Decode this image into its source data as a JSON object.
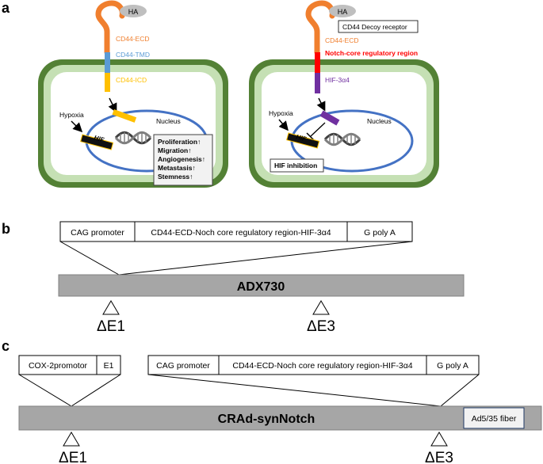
{
  "panel_a": {
    "label": "a",
    "left_cell": {
      "ha": "HA",
      "ecd": "CD44-ECD",
      "tmd": "CD44-TMD",
      "icd": "CD44-ICD",
      "hypoxia": "Hypoxia",
      "hif": "HIF",
      "nucleus": "Nucleus",
      "effects": [
        "Proliferation↑",
        "Migration↑",
        "Angiogenesis↑",
        "Metastasis↑",
        "Stemness↑"
      ]
    },
    "right_cell": {
      "ha": "HA",
      "decoy": "CD44 Decoy receptor",
      "ecd": "CD44-ECD",
      "notch": "Notch-core regulatory region",
      "hif3": "HIF-3α4",
      "hypoxia": "Hypoxia",
      "hif": "HIF",
      "nucleus": "Nucleus",
      "inhibition": "HIF inhibition"
    },
    "colors": {
      "ecd": "#f07f2e",
      "tmd": "#5b9bd5",
      "icd": "#ffc000",
      "notch": "#ff0000",
      "hif3": "#7030a0",
      "membrane_outer": "#538135",
      "membrane_fill": "#c5e0b4",
      "nucleus": "#4472c4",
      "ha": "#bfbfbf"
    }
  },
  "panel_b": {
    "label": "b",
    "cassette": [
      "CAG promoter",
      "CD44-ECD-Noch core regulatory region-HIF-3α4",
      "G poly A"
    ],
    "vector": "ADX730",
    "deletions": [
      "ΔE1",
      "ΔE3"
    ]
  },
  "panel_c": {
    "label": "c",
    "cassette_left": [
      "COX-2promotor",
      "E1"
    ],
    "cassette_right": [
      "CAG promoter",
      "CD44-ECD-Noch core regulatory region-HIF-3α4",
      "G poly A"
    ],
    "vector": "CRAd-synNotch",
    "fiber": "Ad5/35 fiber",
    "deletions": [
      "ΔE1",
      "ΔE3"
    ]
  }
}
